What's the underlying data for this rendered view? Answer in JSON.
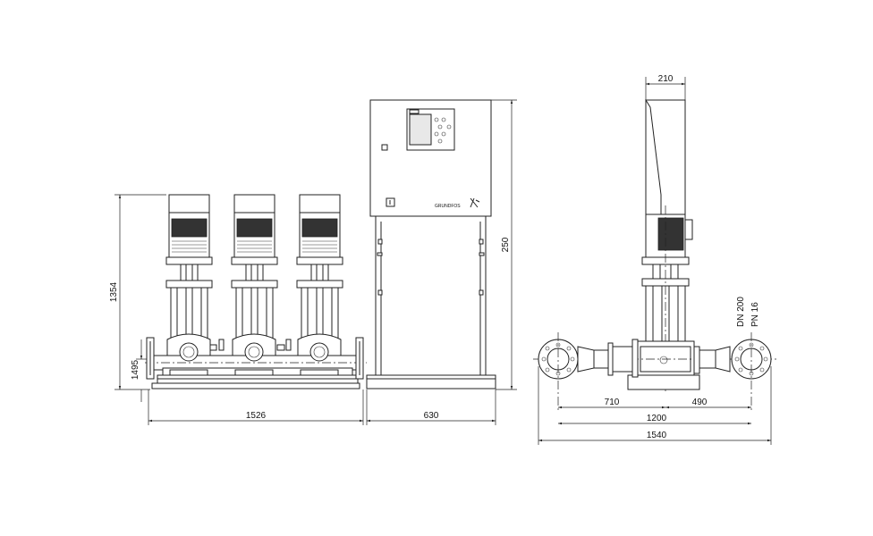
{
  "dimensions": {
    "total_height": "1354",
    "pipe_height": "1495",
    "station_width": "1526",
    "cabinet_width": "630",
    "cabinet_height": "250",
    "side_cabinet_depth": "210",
    "left_to_center": "710",
    "center_to_right": "490",
    "flange_span": "1200",
    "overall_width": "1540"
  },
  "pipe_spec": {
    "nominal_diameter": "DN 200",
    "pressure_rating": "PN 16"
  },
  "brand": {
    "logo_text": "GRUNDFOS"
  },
  "colors": {
    "line": "#222222",
    "background": "#ffffff",
    "panel_fill": "#e8e8e8"
  }
}
